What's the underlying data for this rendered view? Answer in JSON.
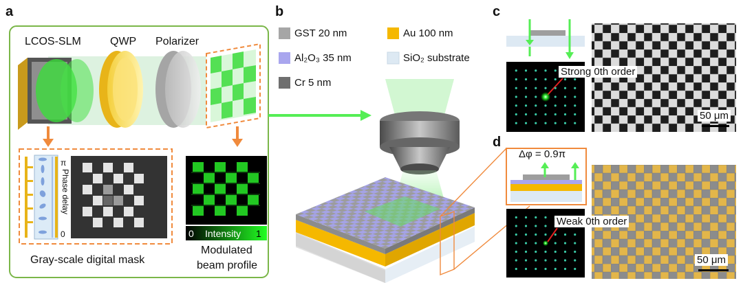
{
  "panels": {
    "a": "a",
    "b": "b",
    "c": "c",
    "d": "d"
  },
  "components": {
    "slm": "LCOS-SLM",
    "qwp": "QWP",
    "polarizer": "Polarizer"
  },
  "mask": {
    "caption": "Gray-scale digital mask",
    "pi_label": "π",
    "phase_label": "Phase delay",
    "zero_label": "0"
  },
  "beam": {
    "caption_line1": "Modulated",
    "caption_line2": "beam profile",
    "intensity_label": "Intensity",
    "scale_min": "0",
    "scale_max": "1"
  },
  "legend": [
    {
      "label": "GST 20 nm",
      "color": "#a6a6a6"
    },
    {
      "label": "Au 100 nm",
      "color": "#f5b800"
    },
    {
      "label": "Al₂O₃ 35 nm",
      "color": "#a9a6ee"
    },
    {
      "label": "SiO₂ substrate",
      "color": "#dde9f3"
    },
    {
      "label": "Cr 5 nm",
      "color": "#6f6f6f"
    }
  ],
  "panel_c": {
    "annotation": "Strong 0th order",
    "scale_bar": "50 μm"
  },
  "panel_d": {
    "delta_phi": "Δφ = 0.9π",
    "annotation": "Weak 0th order",
    "scale_bar": "50 μm"
  },
  "colors": {
    "green": "#22dd22",
    "orange": "#f08a3c",
    "panel_border": "#7ab648",
    "gold": "#e8b419"
  }
}
